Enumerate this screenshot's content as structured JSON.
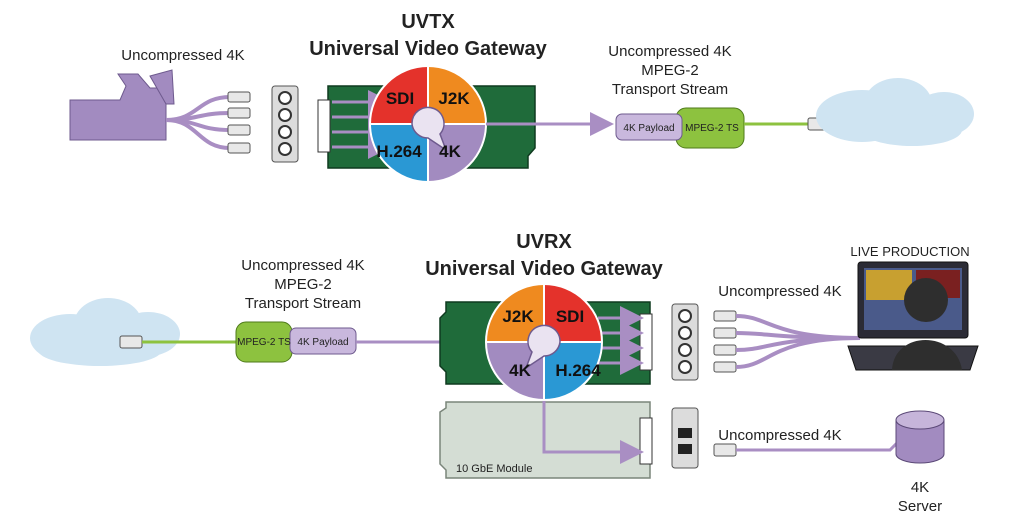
{
  "colors": {
    "board": "#1f6b3a",
    "board_dark": "#174f2b",
    "link": "#a98ec3",
    "fiber": "#8dc23f",
    "sdi": "#e4322b",
    "j2k": "#ef8a1f",
    "h264": "#2a98d4",
    "k4": "#a28bc0",
    "cloud": "#cfe4f2",
    "module": "#d4ddd4"
  },
  "top": {
    "title_line1": "UVTX",
    "title_line2": "Universal Video Gateway",
    "input_label": "Uncompressed 4K",
    "output_label_line1": "Uncompressed 4K",
    "output_label_line2": "MPEG-2",
    "output_label_line3": "Transport Stream",
    "payload_label": "4K Payload",
    "ts_label": "MPEG-2 TS",
    "codecs": {
      "sdi": "SDI",
      "j2k": "J2K",
      "h264": "H.264",
      "k4": "4K"
    }
  },
  "bottom": {
    "title_line1": "UVRX",
    "title_line2": "Universal Video Gateway",
    "input_label_line1": "Uncompressed 4K",
    "input_label_line2": "MPEG-2",
    "input_label_line3": "Transport Stream",
    "ts_label": "MPEG-2 TS",
    "payload_label": "4K Payload",
    "codecs": {
      "j2k": "J2K",
      "sdi": "SDI",
      "k4": "4K",
      "h264": "H.264"
    },
    "live_label": "LIVE PRODUCTION",
    "live_output_label": "Uncompressed 4K",
    "module_label": "10 GbE Module",
    "server_link_label": "Uncompressed 4K",
    "server_label_line1": "4K",
    "server_label_line2": "Server"
  }
}
